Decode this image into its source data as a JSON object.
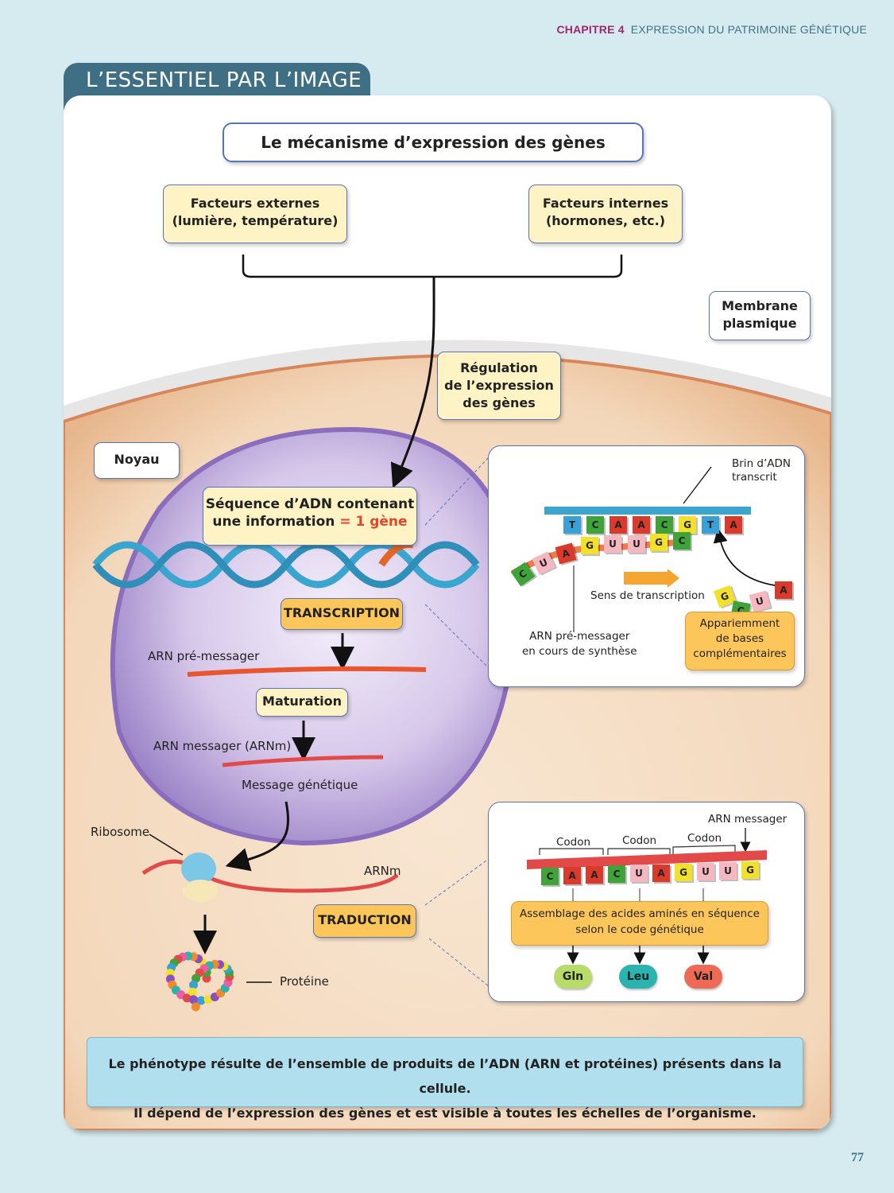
{
  "header": {
    "chapter": "CHAPITRE 4",
    "chapter_title": "EXPRESSION DU PATRIMOINE GÉNÉTIQUE"
  },
  "section_tab": "L’ESSENTIEL PAR L’IMAGE",
  "diagram": {
    "title": "Le mécanisme d’expression des gènes",
    "factors": {
      "external": [
        "Facteurs externes",
        "(lumière, température)"
      ],
      "internal": [
        "Facteurs internes",
        "(hormones, etc.)"
      ]
    },
    "regulation": [
      "Régulation",
      "de l’expression",
      "des gènes"
    ],
    "membrane": [
      "Membrane",
      "plasmique"
    ],
    "nucleus": "Noyau",
    "gene_box": {
      "line1": "Séquence d’ADN contenant",
      "line2_prefix": "une information",
      "line2_highlight": "= 1 gène"
    },
    "transcription": "TRANSCRIPTION",
    "pre_mrna": "ARN pré-messager",
    "maturation": "Maturation",
    "mrna": "ARN messager (ARNm)",
    "genetic_message": "Message génétique",
    "ribosome": "Ribosome",
    "mrna_short": "ARNm",
    "translation": "TRADUCTION",
    "protein": "Protéine"
  },
  "transcription_inset": {
    "dna_strand_label": [
      "Brin d’ADN",
      "transcrit"
    ],
    "dna_bases": [
      "T",
      "C",
      "A",
      "A",
      "C",
      "G",
      "T",
      "A"
    ],
    "rna_bases": [
      "C",
      "U",
      "A",
      "G",
      "U",
      "U",
      "G",
      "C"
    ],
    "free_bases": [
      "G",
      "C",
      "U",
      "A"
    ],
    "direction_label": "Sens de transcription",
    "pre_mrna_label": [
      "ARN pré-messager",
      "en cours de synthèse"
    ],
    "pairing_label": [
      "Appariemment",
      "de bases",
      "complémentaires"
    ]
  },
  "translation_inset": {
    "mrna_label": "ARN messager",
    "codon_label": "Codon",
    "codons": [
      [
        "C",
        "A",
        "A"
      ],
      [
        "C",
        "U",
        "A"
      ],
      [
        "G",
        "U",
        "U"
      ]
    ],
    "extra_base": "G",
    "assembly_label": [
      "Assemblage des acides aminés en séquence",
      "selon le code génétique"
    ],
    "amino_acids": [
      "Gln",
      "Leu",
      "Val"
    ]
  },
  "summary": [
    "Le phénotype résulte de l’ensemble de produits de l’ADN (ARN et protéines) présents dans la cellule.",
    "Il dépend de l’expression des gènes et est visible à toutes les échelles de l’organisme."
  ],
  "page_number": "77",
  "colors": {
    "A": "#d93a2b",
    "C": "#3fa33a",
    "G": "#f2e12a",
    "T": "#3aa0d8",
    "U": "#f5b7c0",
    "gln": "#b8dc6a",
    "leu": "#2bb3b0",
    "val": "#ee6a55"
  }
}
